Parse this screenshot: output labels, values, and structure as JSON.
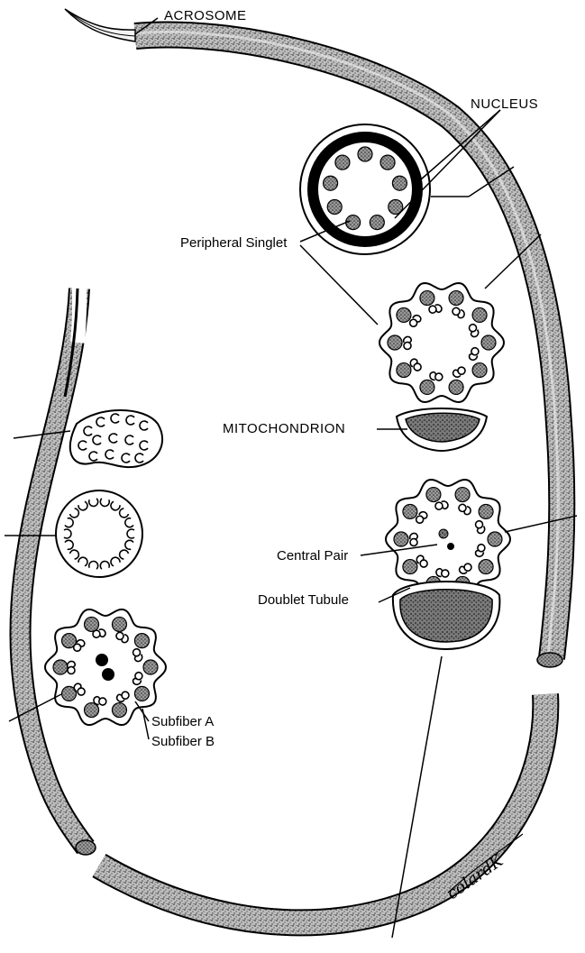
{
  "labels": {
    "acrosome": "ACROSOME",
    "nucleus": "NUCLEUS",
    "peripheral_singlet": "Peripheral Singlet",
    "mitochondrion": "MITOCHONDRION",
    "central_pair": "Central Pair",
    "doublet_tubule": "Doublet Tubule",
    "subfiber_a": "Subfiber A",
    "subfiber_b": "Subfiber B"
  },
  "signature": "colardK",
  "colors": {
    "ink": "#000000",
    "paper": "#ffffff",
    "stipple": "#555555",
    "mito_fill": "#6e6e6e"
  }
}
